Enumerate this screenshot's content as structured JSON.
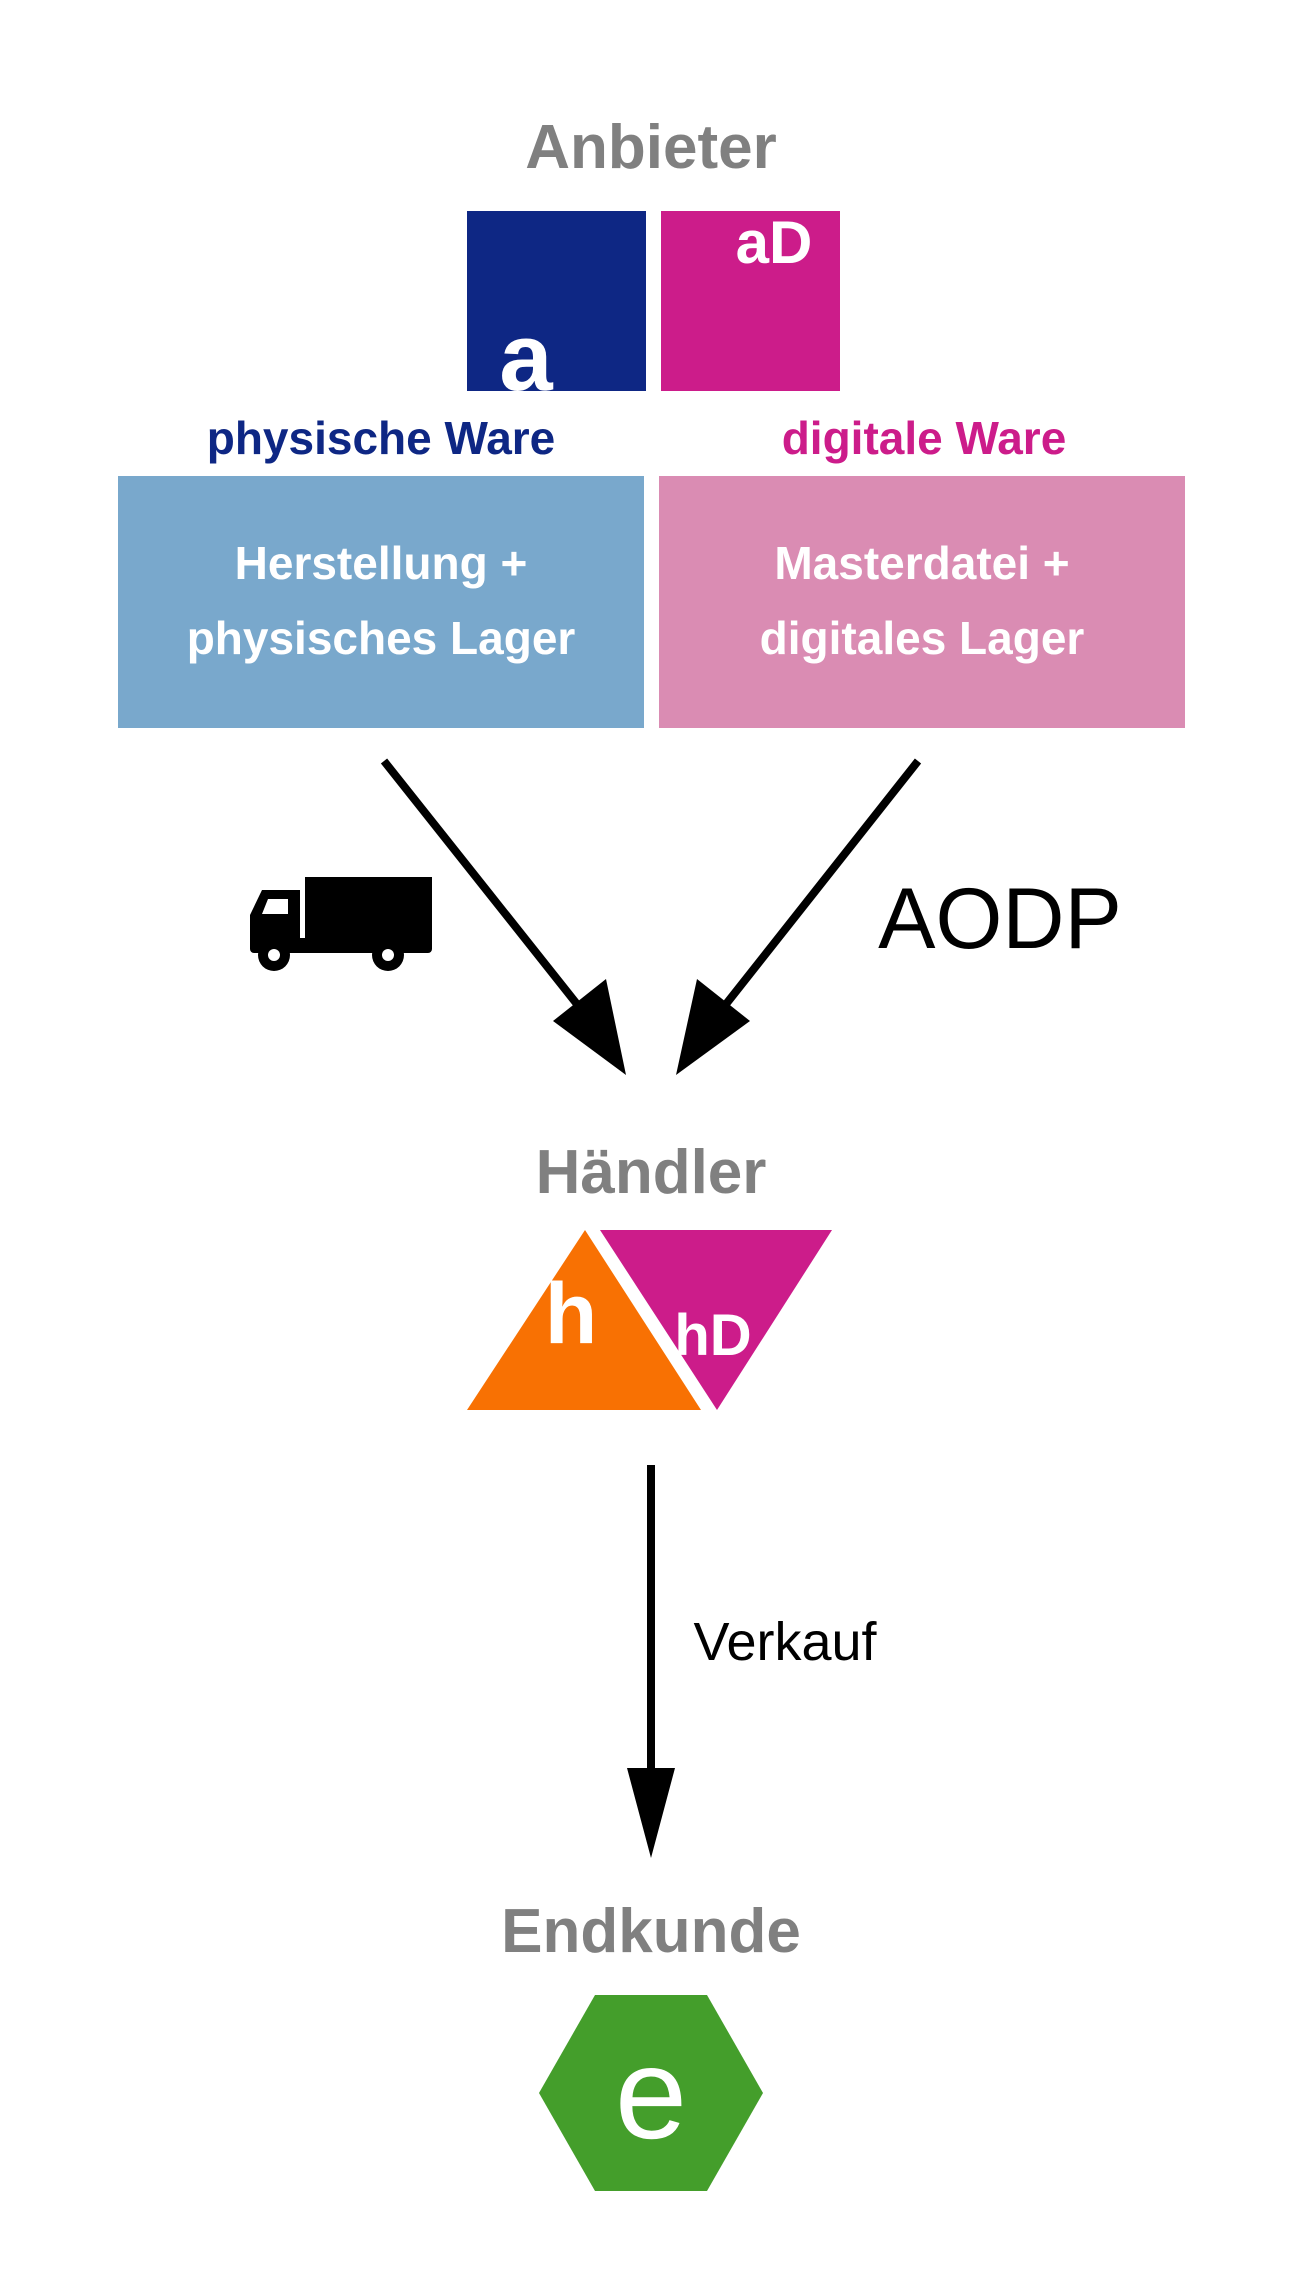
{
  "nodes": {
    "supplier": {
      "title": "Anbieter",
      "badge_physical": "a",
      "badge_digital": "aD"
    },
    "physical": {
      "label": "physische Ware",
      "box_line1": "Herstellung +",
      "box_line2": "physisches Lager"
    },
    "digital": {
      "label": "digitale Ware",
      "box_line1": "Masterdatei +",
      "box_line2": "digitales Lager"
    },
    "retailer": {
      "title": "Händler",
      "badge_physical": "h",
      "badge_digital": "hD"
    },
    "customer": {
      "title": "Endkunde",
      "badge": "e"
    }
  },
  "edges": {
    "physical_to_retailer": {
      "icon": "truck-icon"
    },
    "digital_to_retailer": {
      "label": "AODP"
    },
    "retailer_to_customer": {
      "label": "Verkauf"
    }
  },
  "colors": {
    "title_gray": "#808080",
    "navy": "#0e2784",
    "magenta": "#cc1c8a",
    "light_blue": "#79a8cc",
    "light_pink": "#da8cb3",
    "orange": "#f87103",
    "green": "#449e2b",
    "black": "#000000"
  }
}
